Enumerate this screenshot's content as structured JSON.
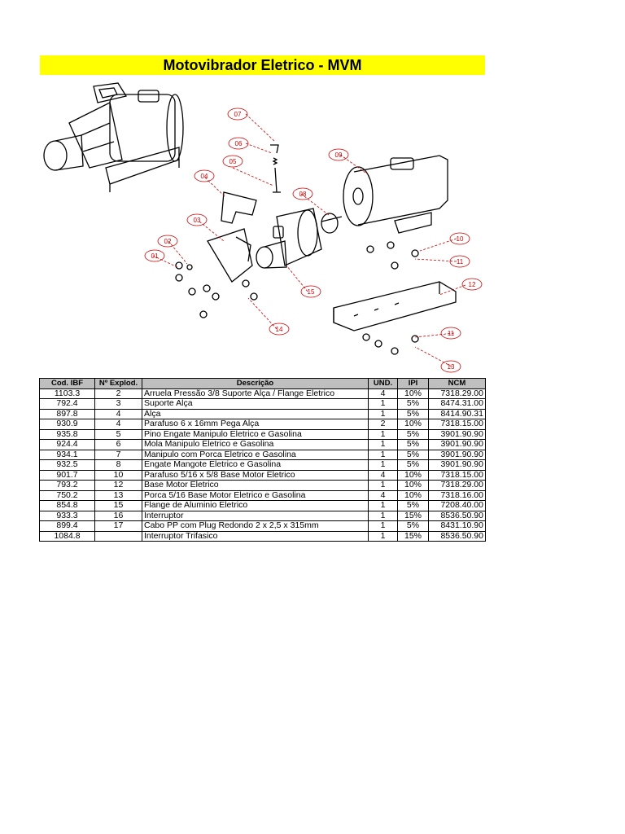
{
  "title": "Motovibrador Eletrico - MVM",
  "callouts": [
    "07",
    "06",
    "05",
    "04",
    "03",
    "02",
    "01",
    "08",
    "09",
    "10",
    "11",
    "12",
    "11",
    "13",
    "14",
    "15"
  ],
  "table": {
    "headers": [
      "Cod. IBF",
      "Nº Explod.",
      "Descrição",
      "UND.",
      "IPI",
      "NCM"
    ],
    "rows": [
      [
        "1103.3",
        "2",
        "Arruela Pressão 3/8 Suporte Alça / Flange Eletrico",
        "4",
        "10%",
        "7318.29.00"
      ],
      [
        "792.4",
        "3",
        "Suporte Alça",
        "1",
        "5%",
        "8474.31.00"
      ],
      [
        "897.8",
        "4",
        "Alça",
        "1",
        "5%",
        "8414.90.31"
      ],
      [
        "930.9",
        "4",
        "Parafuso 6 x 16mm Pega Alça",
        "2",
        "10%",
        "7318.15.00"
      ],
      [
        "935.8",
        "5",
        "Pino Engate Manipulo Eletrico e Gasolina",
        "1",
        "5%",
        "3901.90.90"
      ],
      [
        "924.4",
        "6",
        "Mola Manipulo Eletrico e Gasolina",
        "1",
        "5%",
        "3901.90.90"
      ],
      [
        "934.1",
        "7",
        "Manipulo com Porca Eletrico e Gasolina",
        "1",
        "5%",
        "3901.90.90"
      ],
      [
        "932.5",
        "8",
        "Engate Mangote Eletrico e Gasolina",
        "1",
        "5%",
        "3901.90.90"
      ],
      [
        "901.7",
        "10",
        "Parafuso 5/16 x 5/8 Base Motor Eletrico",
        "4",
        "10%",
        "7318.15.00"
      ],
      [
        "793.2",
        "12",
        "Base Motor Eletrico",
        "1",
        "10%",
        "7318.29.00"
      ],
      [
        "750.2",
        "13",
        "Porca 5/16 Base Motor Eletrico e Gasolina",
        "4",
        "10%",
        "7318.16.00"
      ],
      [
        "854.8",
        "15",
        "Flange de Aluminio Eletrico",
        "1",
        "5%",
        "7208.40.00"
      ],
      [
        "933.3",
        "16",
        "Interruptor",
        "1",
        "15%",
        "8536.50.90"
      ],
      [
        "899.4",
        "17",
        "Cabo PP com Plug Redondo 2 x 2,5 x 315mm",
        "1",
        "5%",
        "8431.10.90"
      ],
      [
        "1084.8",
        "",
        "Interruptor Trifasico",
        "1",
        "15%",
        "8536.50.90"
      ]
    ]
  }
}
